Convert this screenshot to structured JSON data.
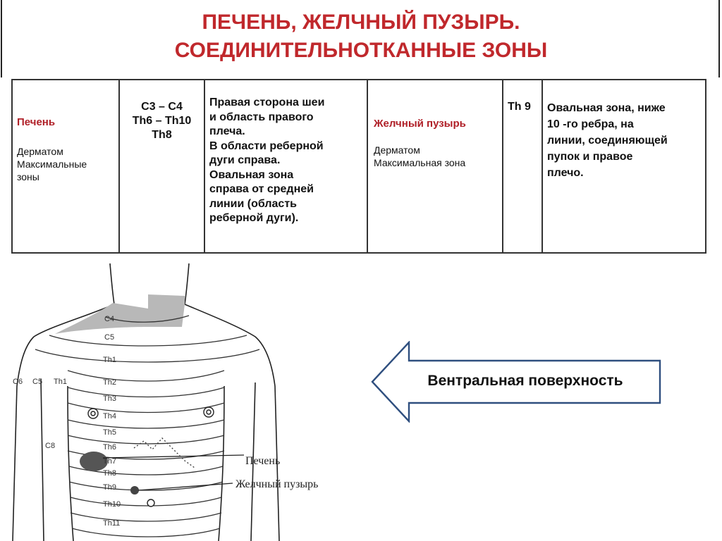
{
  "title": {
    "line1": "ПЕЧЕНЬ, ЖЕЛЧНЫЙ ПУЗЫРЬ.",
    "line2": "СОЕДИНИТЕЛЬНОТКАННЫЕ ЗОНЫ"
  },
  "table": {
    "liver": {
      "name": "Печень",
      "sub_lines": [
        "Дерматом",
        "Максимальные",
        "зоны"
      ],
      "segments": [
        "C3 – C4",
        "Th6 – Th10",
        "Th8"
      ],
      "description_lines": [
        "Правая сторона шеи",
        "и область правого",
        "плеча.",
        "В области реберной",
        "дуги справа.",
        "Овальная зона",
        "справа от средней",
        "линии (область",
        "реберной дуги)."
      ]
    },
    "gallbladder": {
      "name": "Желчный пузырь",
      "sub_lines": [
        "Дерматом",
        "Максимальная зона"
      ],
      "segment": "Th 9",
      "description_lines": [
        "Овальная зона, ниже",
        "10 -го ребра, на",
        "линии, соединяющей",
        "пупок и правое",
        "плечо."
      ]
    }
  },
  "diagram": {
    "segment_labels": {
      "c4": "C4",
      "c5": "C5",
      "th1": "Th1",
      "th2": "Th2",
      "th3": "Th3",
      "th4": "Th4",
      "th5": "Th5",
      "th6": "Th6",
      "th7": "Th7",
      "th8": "Th8",
      "th9": "Th9",
      "th10": "Th10",
      "th11": "Th11",
      "c6": "C6",
      "c5_side": "C5",
      "th1_side": "Th1",
      "c8": "C8"
    },
    "callout_liver": "Печень",
    "callout_gallbladder": "Желчный пузырь",
    "colors": {
      "zone_fill": "#b8b8b8",
      "liver_mark": "#555555",
      "gallbladder_mark": "#444444"
    }
  },
  "arrow": {
    "label": "Вентральная поверхность",
    "border_color": "#2f4f7f"
  }
}
